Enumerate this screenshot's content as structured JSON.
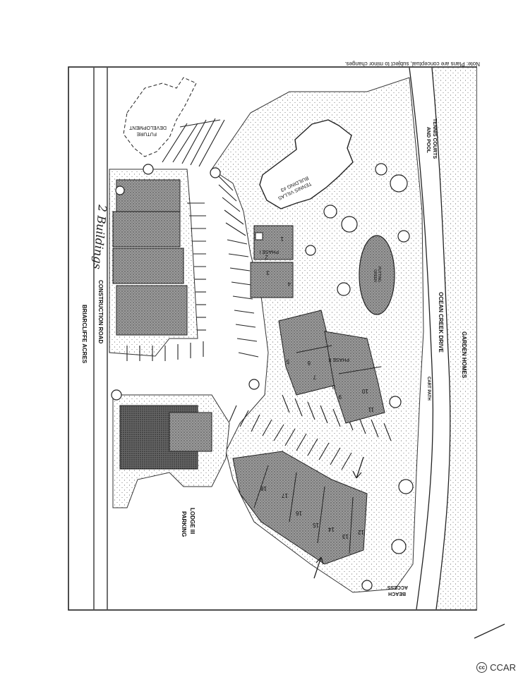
{
  "note": "Note: Plans are conceptual, subject to minor changes.",
  "roads": {
    "garden_homes": "GARDEN HOMES",
    "ocean_creek_drive": "OCEAN CREEK DRIVE",
    "cart_path": "CART PATH",
    "construction_road": "CONSTRUCTION ROAD",
    "briarcliffe_acres": "BRIARCLIFFE ACRES"
  },
  "areas": {
    "tennis_courts": [
      "TENNIS COURTS",
      "AND POOL"
    ],
    "beach_access": [
      "BEACH",
      "ACCESS"
    ],
    "future_development": [
      "FUTURE",
      "DEVELOPMENT"
    ],
    "tennis_villas": [
      "TENNIS VILLAS",
      "BUILDING #3"
    ],
    "putting_green": [
      "PUTTING",
      "GREEN"
    ],
    "lodge_parking": [
      "LODGE III",
      "PARKING"
    ]
  },
  "phases": {
    "phase_1": "PHASE I",
    "phase_2": "PHASE II"
  },
  "buildings": [
    "1",
    "2",
    "3",
    "4",
    "5",
    "6",
    "7",
    "8",
    "9",
    "10",
    "11",
    "12",
    "13",
    "14",
    "15",
    "16",
    "17",
    "18"
  ],
  "handwritten": "2 Buildings",
  "watermark": "CCAR",
  "watermark_icon": "cc-icon"
}
